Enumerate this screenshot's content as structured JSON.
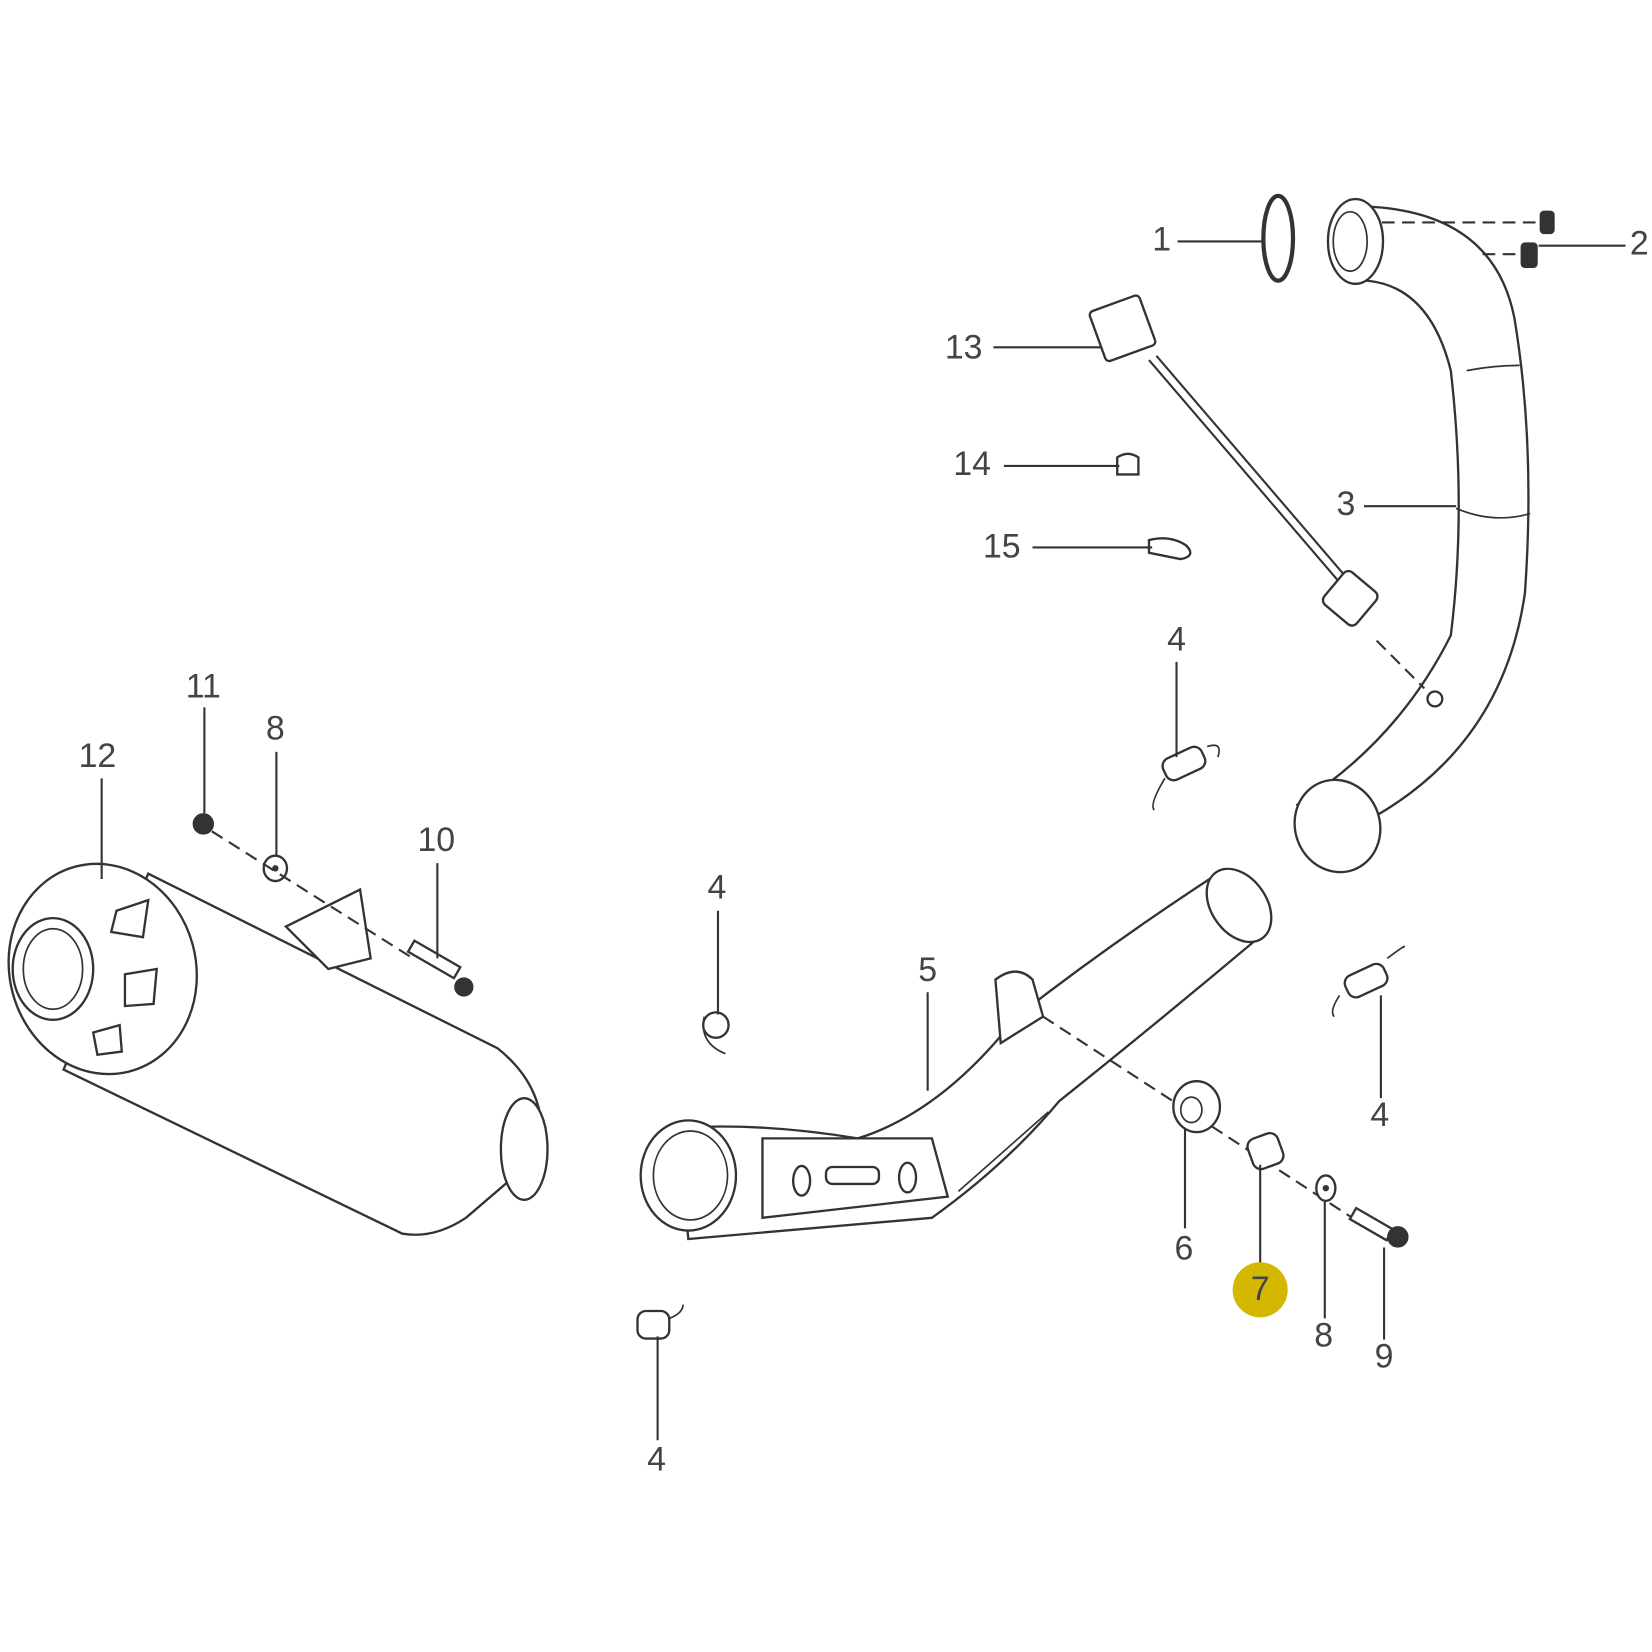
{
  "diagram": {
    "highlight_color": "#d4b800",
    "callouts": [
      {
        "id": "c1",
        "number": "1",
        "part": "gasket"
      },
      {
        "id": "c2",
        "number": "2",
        "part": "nut"
      },
      {
        "id": "c3",
        "number": "3",
        "part": "header-pipe"
      },
      {
        "id": "c4a",
        "number": "4",
        "part": "spring"
      },
      {
        "id": "c4b",
        "number": "4",
        "part": "spring"
      },
      {
        "id": "c4c",
        "number": "4",
        "part": "spring"
      },
      {
        "id": "c4d",
        "number": "4",
        "part": "spring"
      },
      {
        "id": "c5",
        "number": "5",
        "part": "mid-pipe"
      },
      {
        "id": "c6",
        "number": "6",
        "part": "rubber-grommet"
      },
      {
        "id": "c7",
        "number": "7",
        "part": "collar",
        "highlighted": true
      },
      {
        "id": "c8a",
        "number": "8",
        "part": "washer"
      },
      {
        "id": "c8b",
        "number": "8",
        "part": "washer"
      },
      {
        "id": "c9",
        "number": "9",
        "part": "bolt"
      },
      {
        "id": "c10",
        "number": "10",
        "part": "bolt"
      },
      {
        "id": "c11",
        "number": "11",
        "part": "nut"
      },
      {
        "id": "c12",
        "number": "12",
        "part": "muffler"
      },
      {
        "id": "c13",
        "number": "13",
        "part": "o2-sensor"
      },
      {
        "id": "c14",
        "number": "14",
        "part": "clip"
      },
      {
        "id": "c15",
        "number": "15",
        "part": "clamp"
      }
    ]
  }
}
